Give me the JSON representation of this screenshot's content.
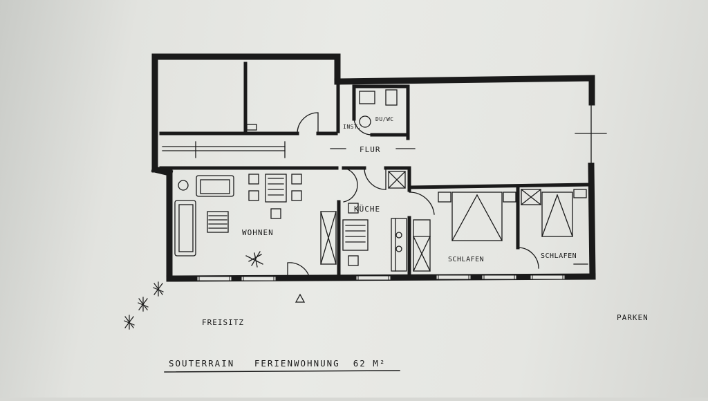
{
  "rooms": {
    "flur": "FLUR",
    "dusche_wc": "DU/WC",
    "inst": "INST.",
    "wohnen": "WOHNEN",
    "kueche": "KÜCHE",
    "schlafen_1": "SCHLAFEN",
    "schlafen_2": "SCHLAFEN"
  },
  "outside": {
    "freisitz": "FREISITZ",
    "parken": "PARKEN"
  },
  "title": "SOUTERRAIN   FERIENWOHNUNG  62 M²",
  "colors": {
    "ink": "#1a1a1a",
    "paper": "#e6e7e3"
  }
}
